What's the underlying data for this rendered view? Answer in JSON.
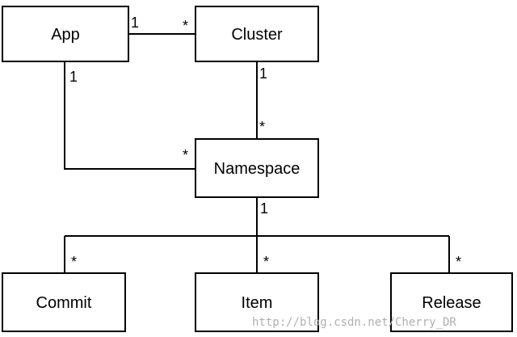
{
  "nodes": {
    "app": "App",
    "cluster": "Cluster",
    "namespace": "Namespace",
    "commit": "Commit",
    "item": "Item",
    "release": "Release"
  },
  "multiplicities": {
    "app_cluster_app": "1",
    "app_cluster_cluster": "*",
    "app_namespace_app": "1",
    "app_namespace_namespace": "*",
    "cluster_namespace_cluster": "1",
    "cluster_namespace_namespace": "*",
    "namespace_children": "1",
    "commit": "*",
    "item": "*",
    "release": "*"
  },
  "watermark": "http://blog.csdn.net/Cherry_DR"
}
